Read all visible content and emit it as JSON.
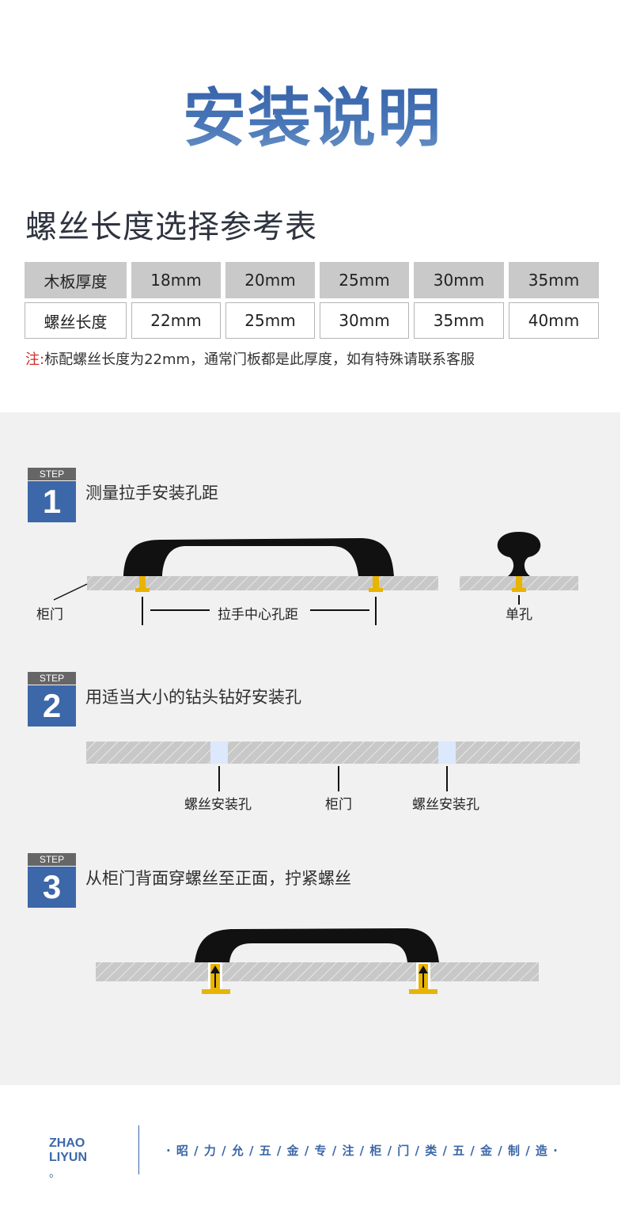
{
  "title": "安装说明",
  "subtitle": "螺丝长度选择参考表",
  "table": {
    "header": [
      "木板厚度",
      "18mm",
      "20mm",
      "25mm",
      "30mm",
      "35mm"
    ],
    "row": [
      "螺丝长度",
      "22mm",
      "25mm",
      "30mm",
      "35mm",
      "40mm"
    ]
  },
  "note": {
    "label": "注:",
    "text": "标配螺丝长度为22mm，通常门板都是此厚度，如有特殊请联系客服"
  },
  "steps": [
    {
      "badge": "STEP",
      "number": "1",
      "text": "测量拉手安装孔距",
      "labels": {
        "cabinet_door": "柜门",
        "center_distance": "拉手中心孔距",
        "single_hole": "单孔"
      }
    },
    {
      "badge": "STEP",
      "number": "2",
      "text": "用适当大小的钻头钻好安装孔",
      "labels": {
        "hole_left": "螺丝安装孔",
        "cabinet_door": "柜门",
        "hole_right": "螺丝安装孔"
      }
    },
    {
      "badge": "STEP",
      "number": "3",
      "text": "从柜门背面穿螺丝至正面，拧紧螺丝"
    }
  ],
  "footer": {
    "brand_line1": "ZHAO",
    "brand_line2": "LIYUN",
    "brand_dot": "。",
    "slogan": "· 昭 / 力 / 允 / 五 / 金 / 专 / 注 / 柜 / 门 / 类 / 五 / 金 / 制 / 造 ·"
  },
  "colors": {
    "accent": "#3c67a8",
    "title": "#3a63a6",
    "note_red": "#d42b2b",
    "screw_gold": "#e8b400",
    "board_grey": "#c8c8c8",
    "hole_blue": "#dce8fb"
  }
}
